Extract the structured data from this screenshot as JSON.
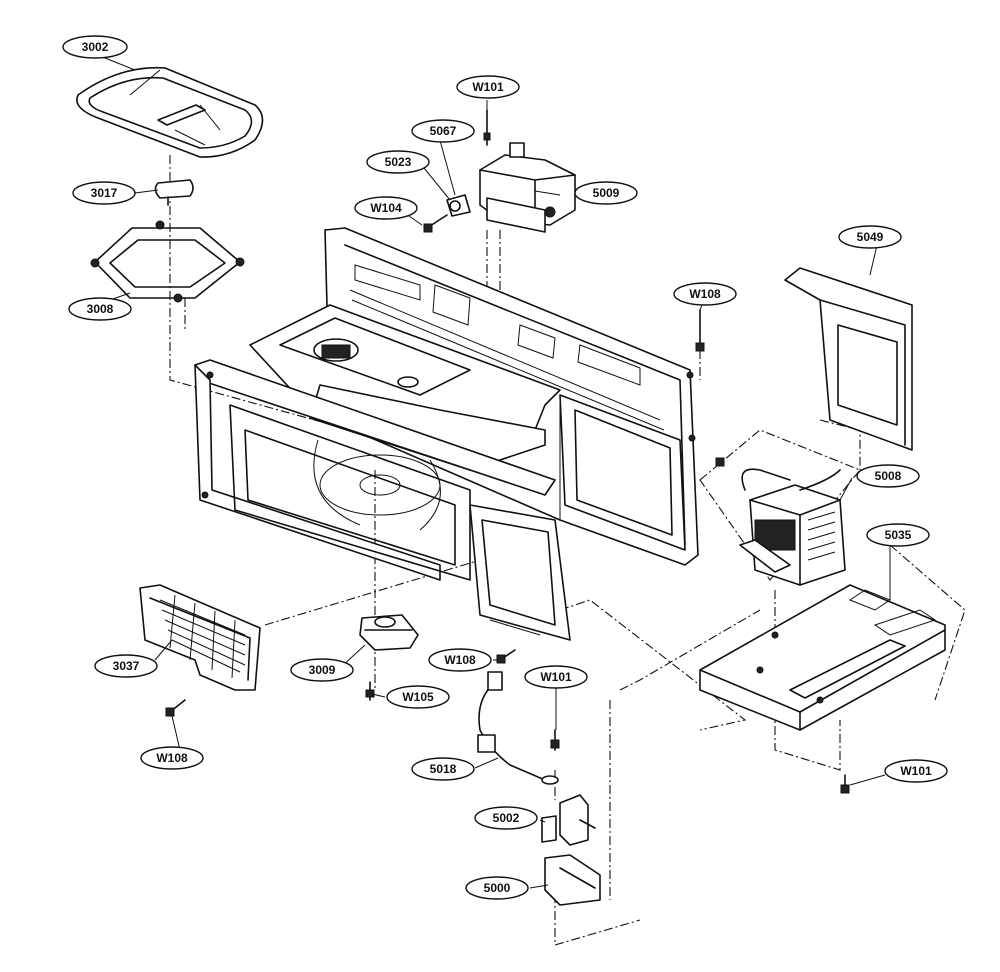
{
  "callouts": {
    "c3002": "3002",
    "c3017": "3017",
    "c3008": "3008",
    "c3037": "3037",
    "c3009": "3009",
    "c5067": "5067",
    "c5023": "5023",
    "c5009": "5009",
    "c5049": "5049",
    "c5008": "5008",
    "c5035": "5035",
    "c5018": "5018",
    "c5002": "5002",
    "c5000": "5000",
    "w101_top": "W101",
    "w104": "W104",
    "w108_right": "W108",
    "w108_center": "W108",
    "w108_left": "W108",
    "w105": "W105",
    "w101_mid": "W101",
    "w101_right": "W101"
  }
}
